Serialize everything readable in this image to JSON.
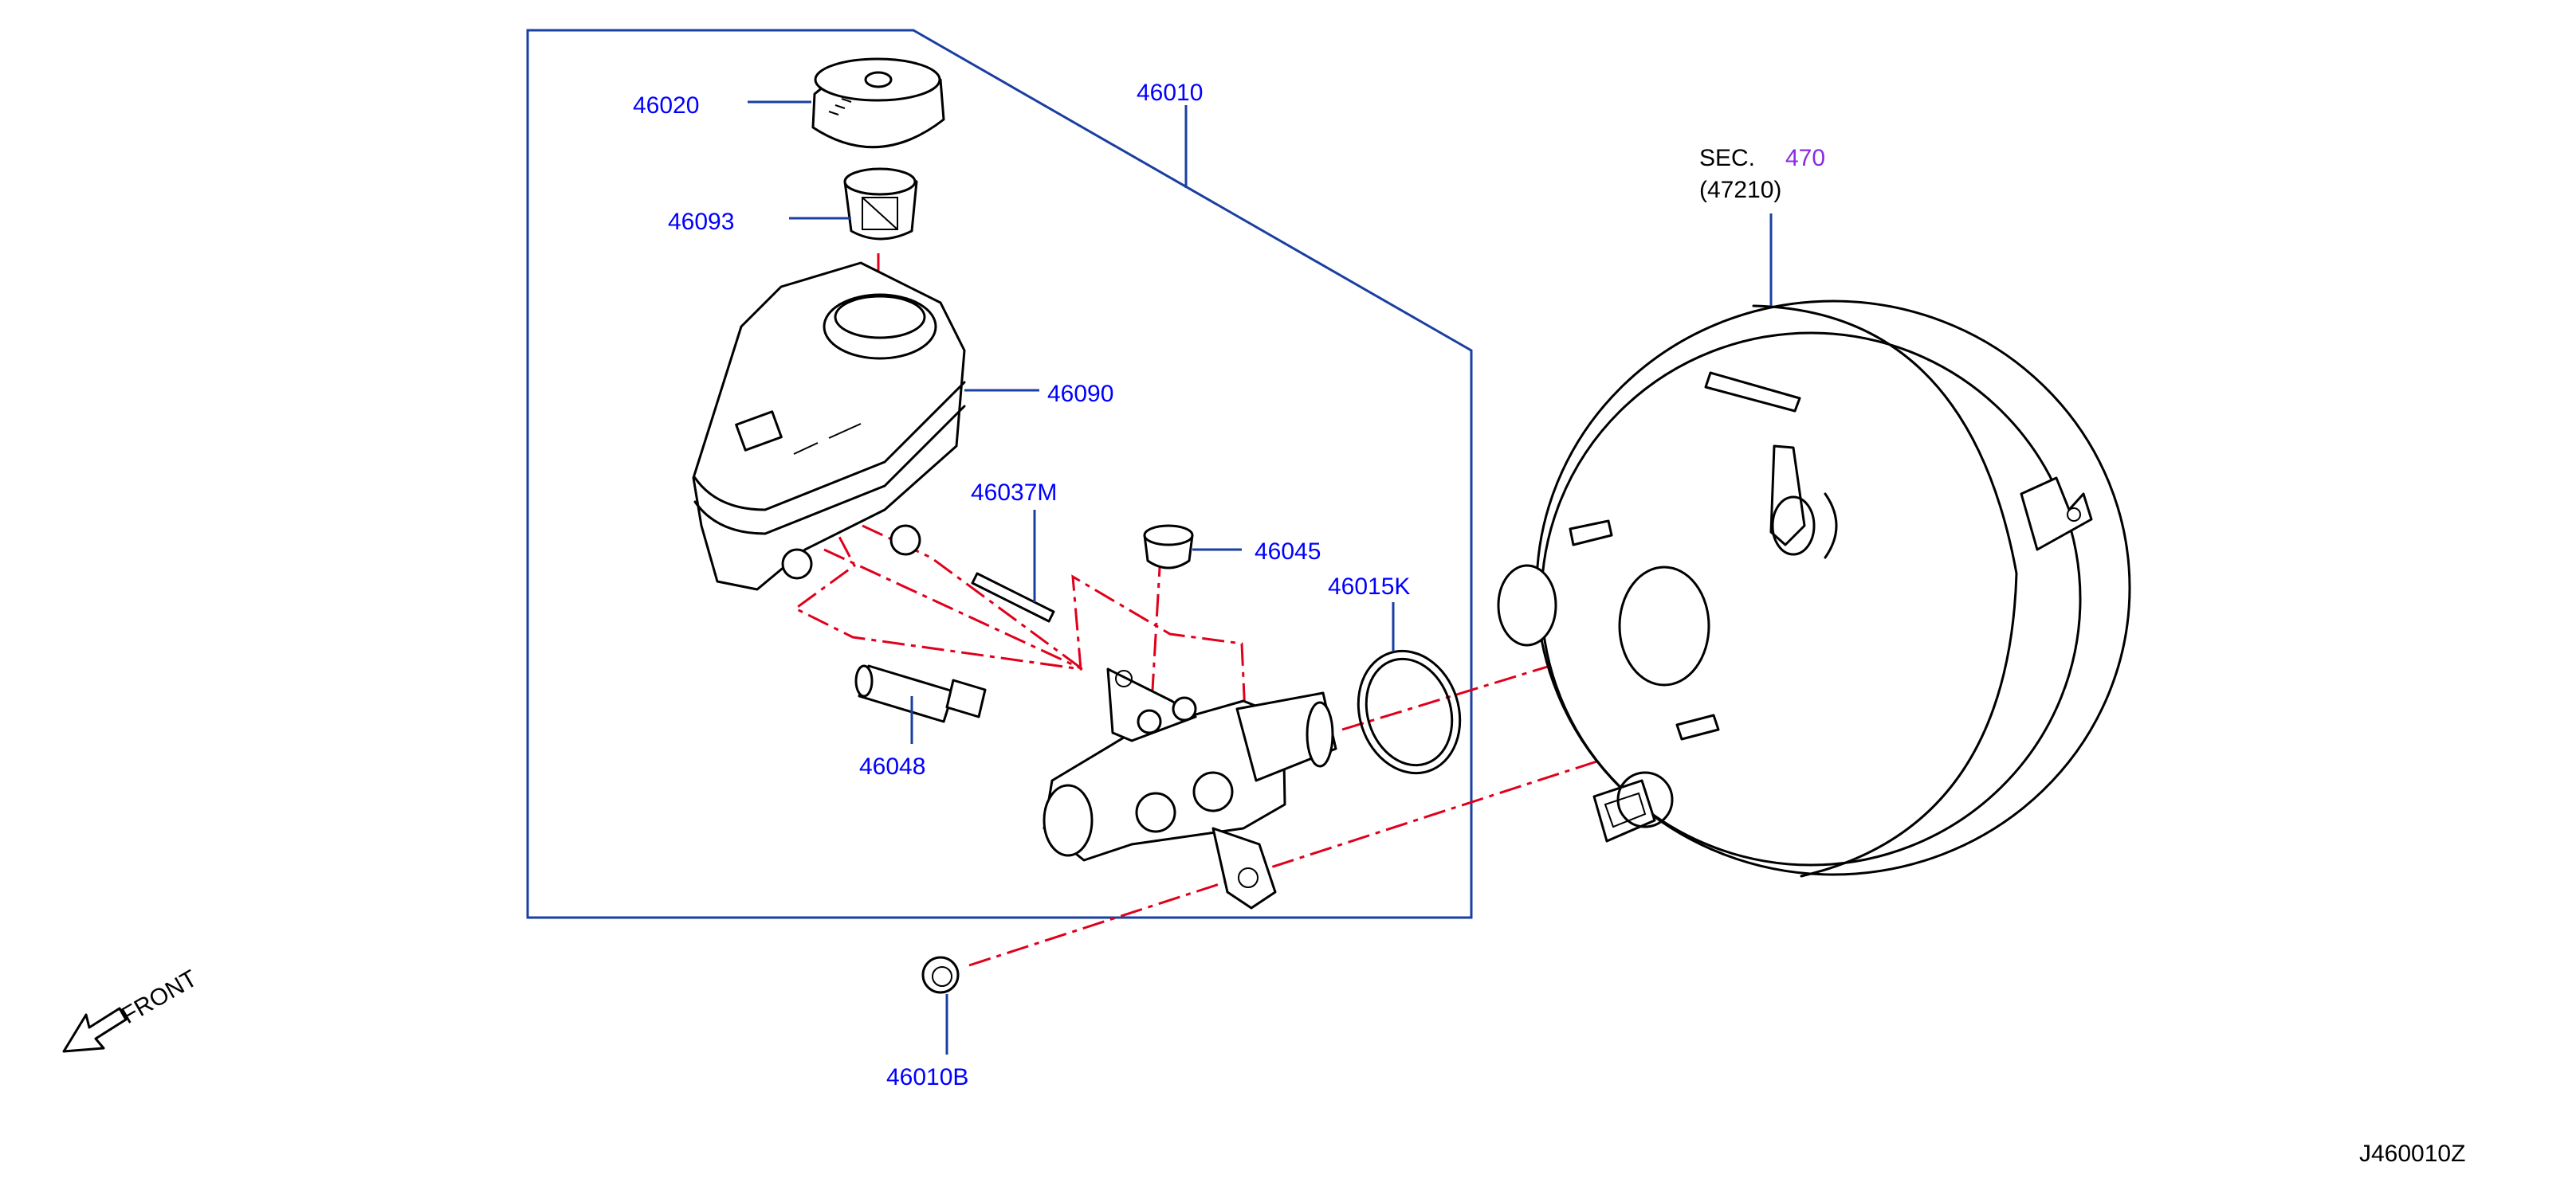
{
  "diagram": {
    "drawing_code": "J460010Z",
    "front_label": "FRONT",
    "colors": {
      "callout": "#0000ff",
      "leader": "#1a3fa0",
      "centerline": "#e0001b",
      "section_ref": "#8a2be2",
      "outline": "#000000"
    },
    "callouts": {
      "c46020": "46020",
      "c46093": "46093",
      "c46010": "46010",
      "c46090": "46090",
      "c46037m": "46037M",
      "c46045": "46045",
      "c46015k": "46015K",
      "c46048": "46048",
      "c46010b": "46010B"
    },
    "section_ref": {
      "prefix": "SEC.",
      "number": "470",
      "part_number": "(47210)"
    }
  }
}
